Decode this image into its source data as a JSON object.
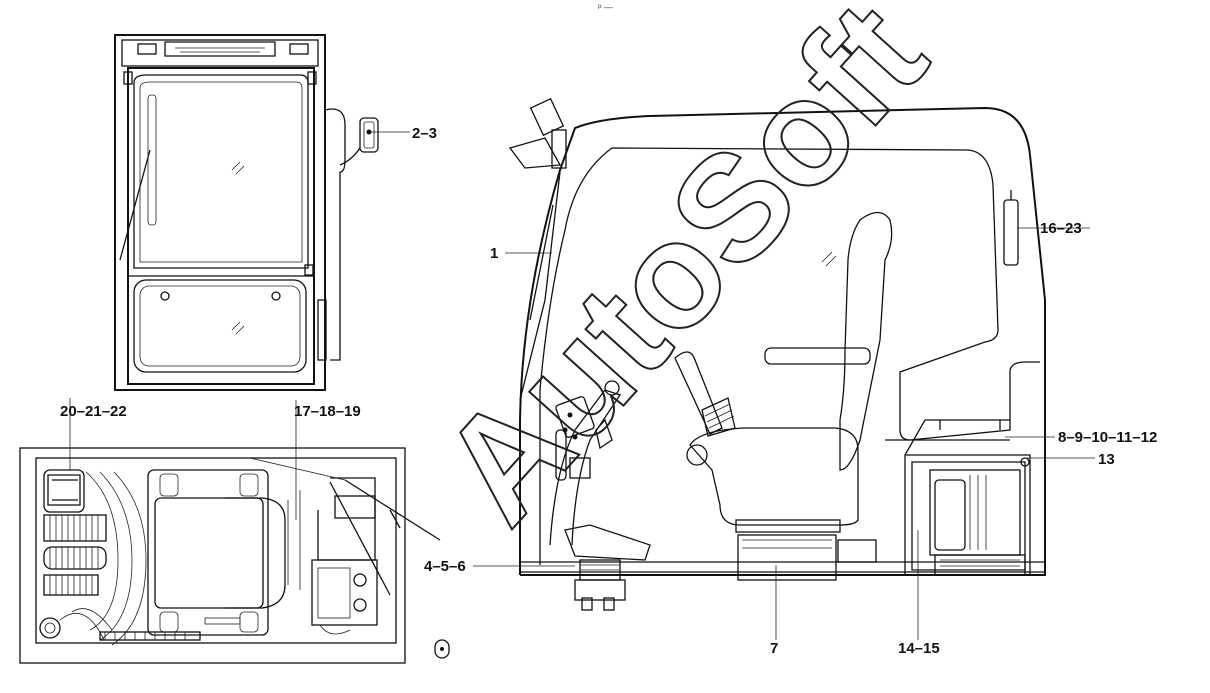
{
  "watermark": "AutoSoft",
  "top_mark": "ᵖ —",
  "callouts": [
    {
      "id": "c-2-3",
      "text": "2–3"
    },
    {
      "id": "c-1",
      "text": "1"
    },
    {
      "id": "c-16-23",
      "text": "16–23"
    },
    {
      "id": "c-20-21-22",
      "text": "20–21–22"
    },
    {
      "id": "c-17-18-19",
      "text": "17–18–19"
    },
    {
      "id": "c-8-12",
      "text": "8–9–10–11–12"
    },
    {
      "id": "c-13",
      "text": "13"
    },
    {
      "id": "c-4-5-6",
      "text": "4–5–6"
    },
    {
      "id": "c-7",
      "text": "7"
    },
    {
      "id": "c-14-15",
      "text": "14–15"
    }
  ]
}
